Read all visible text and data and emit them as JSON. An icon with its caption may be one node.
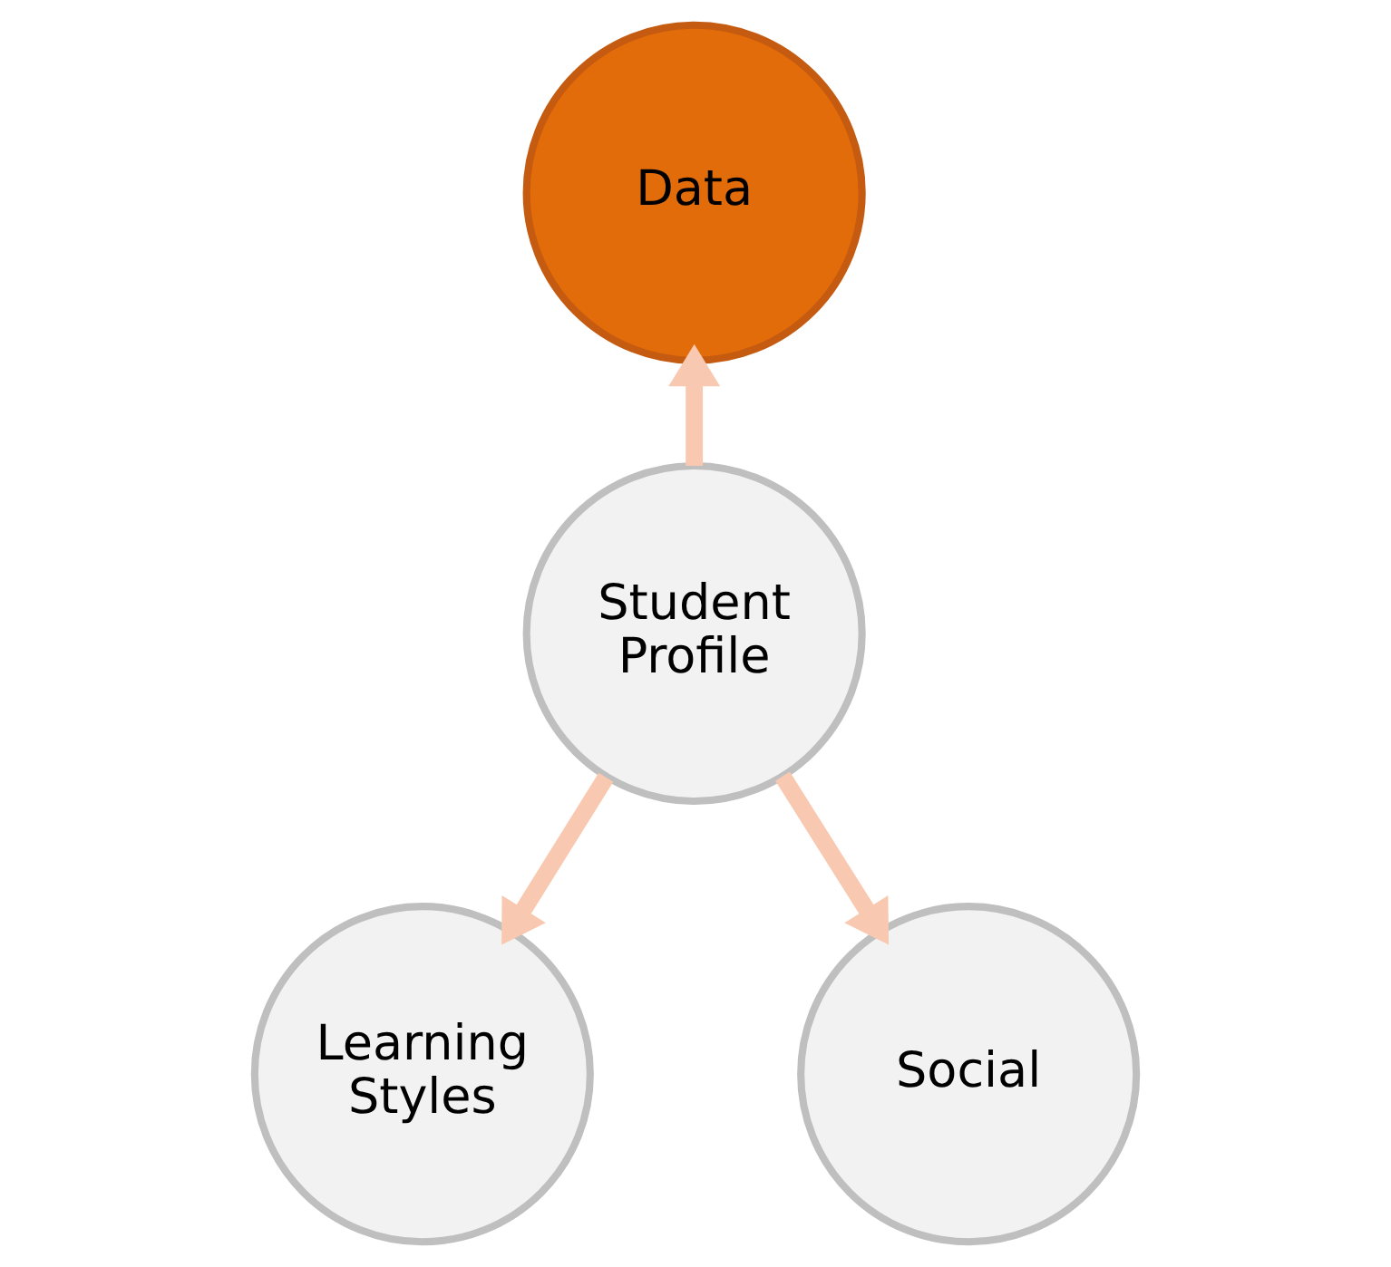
{
  "diagram": {
    "nodes": [
      {
        "text": [
          "Student Profile"
        ]
      },
      {
        "text": [
          "Data"
        ]
      },
      {
        "text": [
          "Learning Styles"
        ]
      },
      {
        "text": [
          "Social"
        ]
      }
    ],
    "edges": [
      {
        "from": 0,
        "to": 1,
        "arrow": "to"
      },
      {
        "from": 0,
        "to": 2,
        "arrow": "to"
      },
      {
        "from": 0,
        "to": 3,
        "arrow": "to"
      }
    ]
  }
}
